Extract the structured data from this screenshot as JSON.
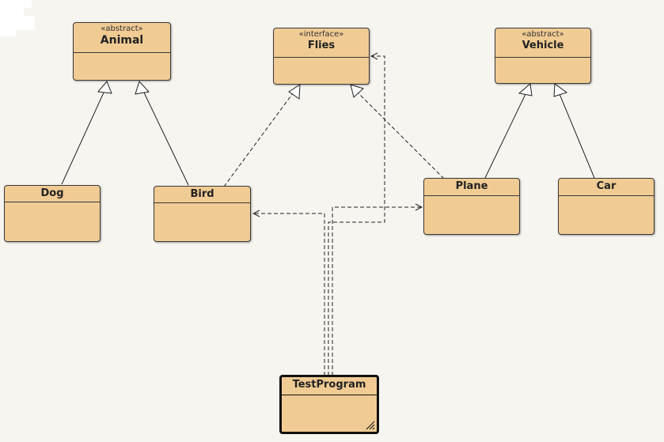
{
  "diagram": {
    "classes": [
      {
        "id": "animal",
        "stereotype": "«abstract»",
        "name": "Animal"
      },
      {
        "id": "flies",
        "stereotype": "«interface»",
        "name": "Flies"
      },
      {
        "id": "vehicle",
        "stereotype": "«abstract»",
        "name": "Vehicle"
      },
      {
        "id": "dog",
        "stereotype": "",
        "name": "Dog"
      },
      {
        "id": "bird",
        "stereotype": "",
        "name": "Bird"
      },
      {
        "id": "plane",
        "stereotype": "",
        "name": "Plane"
      },
      {
        "id": "car",
        "stereotype": "",
        "name": "Car"
      },
      {
        "id": "testprogram",
        "stereotype": "",
        "name": "TestProgram",
        "selected": true
      }
    ],
    "relations": [
      {
        "kind": "generalization",
        "from": "dog",
        "to": "animal"
      },
      {
        "kind": "generalization",
        "from": "bird",
        "to": "animal"
      },
      {
        "kind": "realization",
        "from": "bird",
        "to": "flies"
      },
      {
        "kind": "realization",
        "from": "plane",
        "to": "flies"
      },
      {
        "kind": "generalization",
        "from": "plane",
        "to": "vehicle"
      },
      {
        "kind": "generalization",
        "from": "car",
        "to": "vehicle"
      },
      {
        "kind": "dependency",
        "from": "testprogram",
        "to": "bird"
      },
      {
        "kind": "dependency",
        "from": "testprogram",
        "to": "plane"
      },
      {
        "kind": "dependency",
        "from": "testprogram",
        "to": "flies"
      }
    ],
    "colors": {
      "class_fill": "#f0cb93",
      "border": "#3a3a3a",
      "background": "#f7f5f0"
    }
  }
}
